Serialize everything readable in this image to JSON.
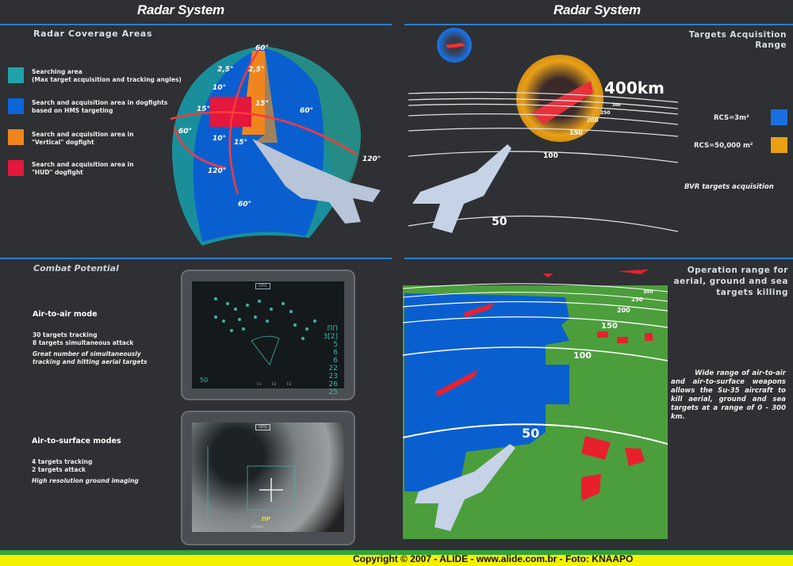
{
  "left_page": {
    "title": "Radar System",
    "coverage": {
      "heading": "Radar Coverage Areas",
      "legend": [
        {
          "line1": "Searching area",
          "line2": "(Max target acquisition and tracking angles)",
          "color": "#1fa3a8"
        },
        {
          "line1": "Search and acquisition area in dogfights",
          "line2": "based on HMS targeting",
          "color": "#0a66d8"
        },
        {
          "line1": "Search and acquisition area in",
          "line2": "\"Vertical\" dogfight",
          "color": "#f0851e"
        },
        {
          "line1": "Search and acquisition area in",
          "line2": "\"HUD\" dogfight",
          "color": "#e4173c"
        }
      ],
      "angles": {
        "top": "60°",
        "left_25": "2,5°",
        "right_25": "2,5°",
        "upper_10": "10°",
        "lower_10": "10°",
        "left_15": "15°",
        "right_15": "15°",
        "bottom_15": "15°",
        "left_60": "60°",
        "right_60": "60°",
        "left_120": "120°",
        "right_120": "120°",
        "bottom_60": "60°"
      }
    },
    "combat": {
      "heading": "Combat Potential",
      "air_to_air": {
        "title": "Air-to-air mode",
        "line1": "30 targets tracking",
        "line2": "8 targets simultaneous attack",
        "note1": "Great number of simultaneously",
        "note2": "tracking and hitting aerial targets",
        "display": {
          "tab": "ОПС",
          "header": "ПП",
          "numbers": [
            "3[2]",
            "5",
            "6",
            "6",
            "22",
            "23",
            "26",
            "25"
          ],
          "corner": "50",
          "softkeys": [
            "F1",
            "F2",
            "F3"
          ]
        }
      },
      "air_to_surface": {
        "title": "Air-to-surface modes",
        "line1": "4 targets tracking",
        "line2": "2 targets attack",
        "note": "High resolution ground imaging",
        "display": {
          "tab": "ОПС",
          "marker": "ПР",
          "softkeys": [
            "АТАКА"
          ]
        }
      }
    }
  },
  "right_page": {
    "title": "Radar System",
    "acquisition": {
      "heading1": "Targets Acquisition",
      "heading2": "Range",
      "max_range": "400km",
      "ranges": [
        "300",
        "250",
        "200",
        "150",
        "100",
        "50"
      ],
      "legend": [
        {
          "label": "RCS=3m²",
          "color": "#1a6fe0"
        },
        {
          "label": "RCS=50,000 m²",
          "color": "#eaa012"
        }
      ],
      "note": "BVR targets acquisition"
    },
    "operation": {
      "heading1": "Operation range for",
      "heading2": "aerial, ground and sea",
      "heading3": "targets killing",
      "ranges": [
        "300",
        "250",
        "200",
        "150",
        "100",
        "50"
      ],
      "description": "Wide range of air-to-air and air-to-surface weapons allows the Su-35 aircraft to kill aerial, ground and sea targets at a range of 0 - 300 km."
    }
  },
  "footer": {
    "copyright": "Copyright © 2007 - ALIDE - www.alide.com.br - Foto: KNAAPO"
  }
}
